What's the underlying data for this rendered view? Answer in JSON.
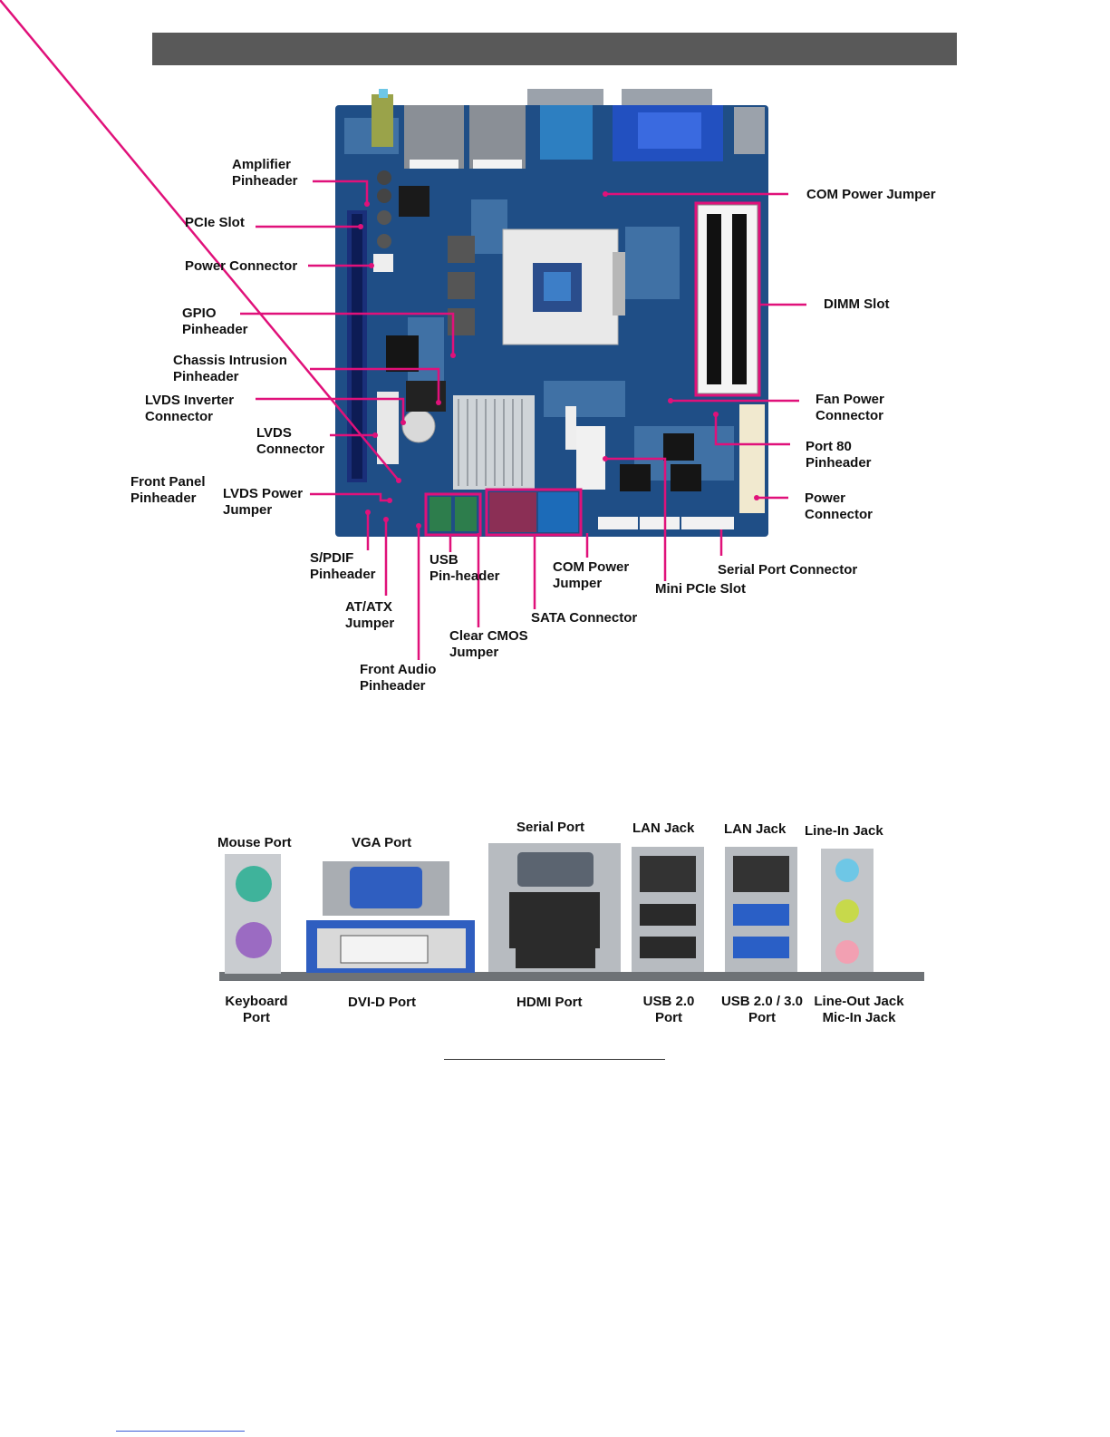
{
  "board_labels": {
    "amplifier": "Amplifier\nPinheader",
    "pcie_slot": "PCIe Slot",
    "power_conn_left": "Power Connector",
    "gpio": "GPIO\nPinheader",
    "chassis": "Chassis Intrusion\nPinheader",
    "lvds_inverter": "LVDS Inverter\nConnector",
    "lvds_conn": "LVDS\nConnector",
    "front_panel": "Front Panel\nPinheader",
    "lvds_power": "LVDS Power\nJumper",
    "spdif": "S/PDIF\nPinheader",
    "at_atx": "AT/ATX\nJumper",
    "front_audio": "Front Audio\nPinheader",
    "usb_pin": "USB\nPin-header",
    "clear_cmos": "Clear CMOS\nJumper",
    "sata": "SATA Connector",
    "com_power_bottom": "COM Power\nJumper",
    "mini_pcie": "Mini PCIe Slot",
    "serial_conn": "Serial Port Connector",
    "power_conn_right": "Power\nConnector",
    "port80": "Port 80\nPinheader",
    "fan_power": "Fan Power\nConnector",
    "dimm": "DIMM Slot",
    "com_power_top": "COM Power Jumper"
  },
  "io_labels": {
    "mouse": "Mouse Port",
    "vga": "VGA Port",
    "serial": "Serial Port",
    "lan1": "LAN Jack",
    "lan2": "LAN Jack",
    "line_in": "Line-In Jack",
    "keyboard": "Keyboard\nPort",
    "dvi": "DVI-D Port",
    "hdmi": "HDMI Port",
    "usb20": "USB 2.0\nPort",
    "usb2030": "USB 2.0 / 3.0\nPort",
    "lineout_mic": "Line-Out Jack\nMic-In Jack"
  },
  "colors": {
    "header": "#595959",
    "leader": "#e0117a",
    "pcb": "#1f4e86"
  }
}
